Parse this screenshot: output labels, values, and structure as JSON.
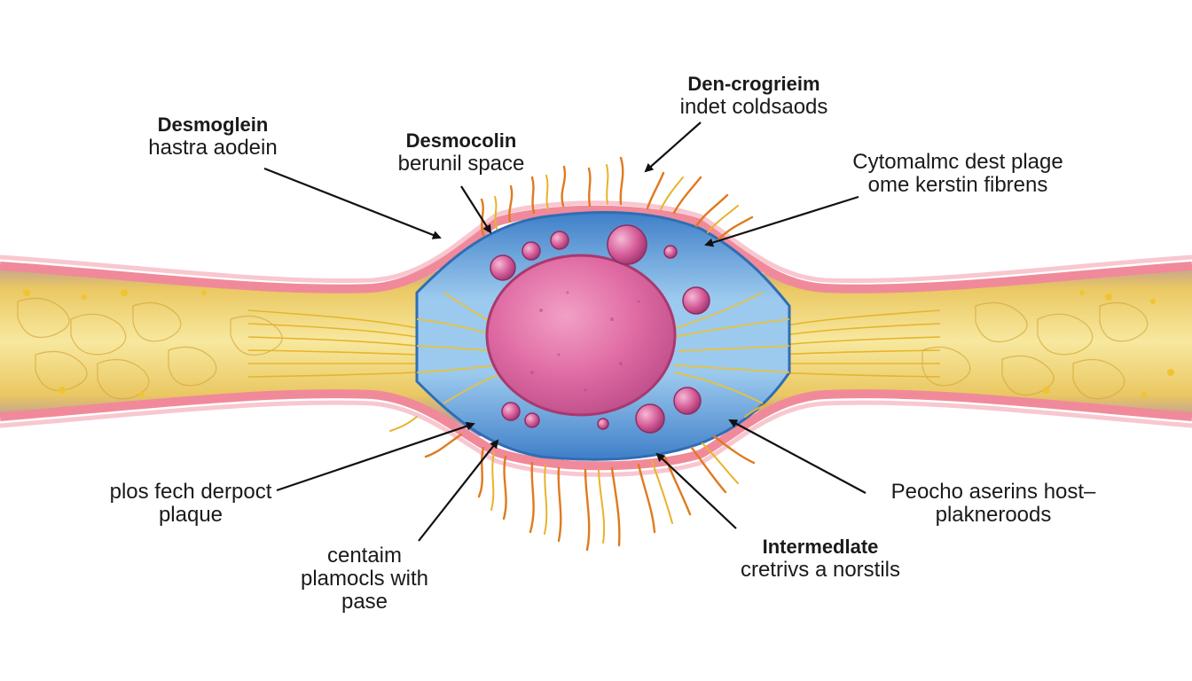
{
  "labels": {
    "desmoglein": {
      "title": "Desmoglein",
      "desc": "hastra aodein"
    },
    "desmocolin": {
      "title": "Desmocolin",
      "desc": "berunil space"
    },
    "den_crogrieim": {
      "title": "Den-crogrieim",
      "desc": "indet coldsaods"
    },
    "cytomalmc": {
      "line1": "Cytomalmc dest plage",
      "line2": "ome kerstin fibrens"
    },
    "plos_fech": {
      "line1": "plos fech derpoct",
      "line2": "plaque"
    },
    "centaim": {
      "line1": "centaim",
      "line2": "plamocls with",
      "line3": "pase"
    },
    "intermediate": {
      "title": "Intermedlate",
      "desc": "cretrivs a norstils"
    },
    "peocho": {
      "line1": "Peocho aserins host–",
      "line2": "plakneroods"
    }
  },
  "colors": {
    "membrane": "#f08a9a",
    "membrane_inner": "#f5b6bf",
    "cytoplasm": "#5b9ad6",
    "cytoplasm_light": "#b8dbf2",
    "nucleus": "#d9619a",
    "vesicle": "#c94f8c",
    "filament": "#e8b32a",
    "filament_orange": "#e07a1f",
    "tissue_yellow": "#f2d76a",
    "tissue_purple": "#9b7ab8",
    "arrow": "#111111"
  }
}
